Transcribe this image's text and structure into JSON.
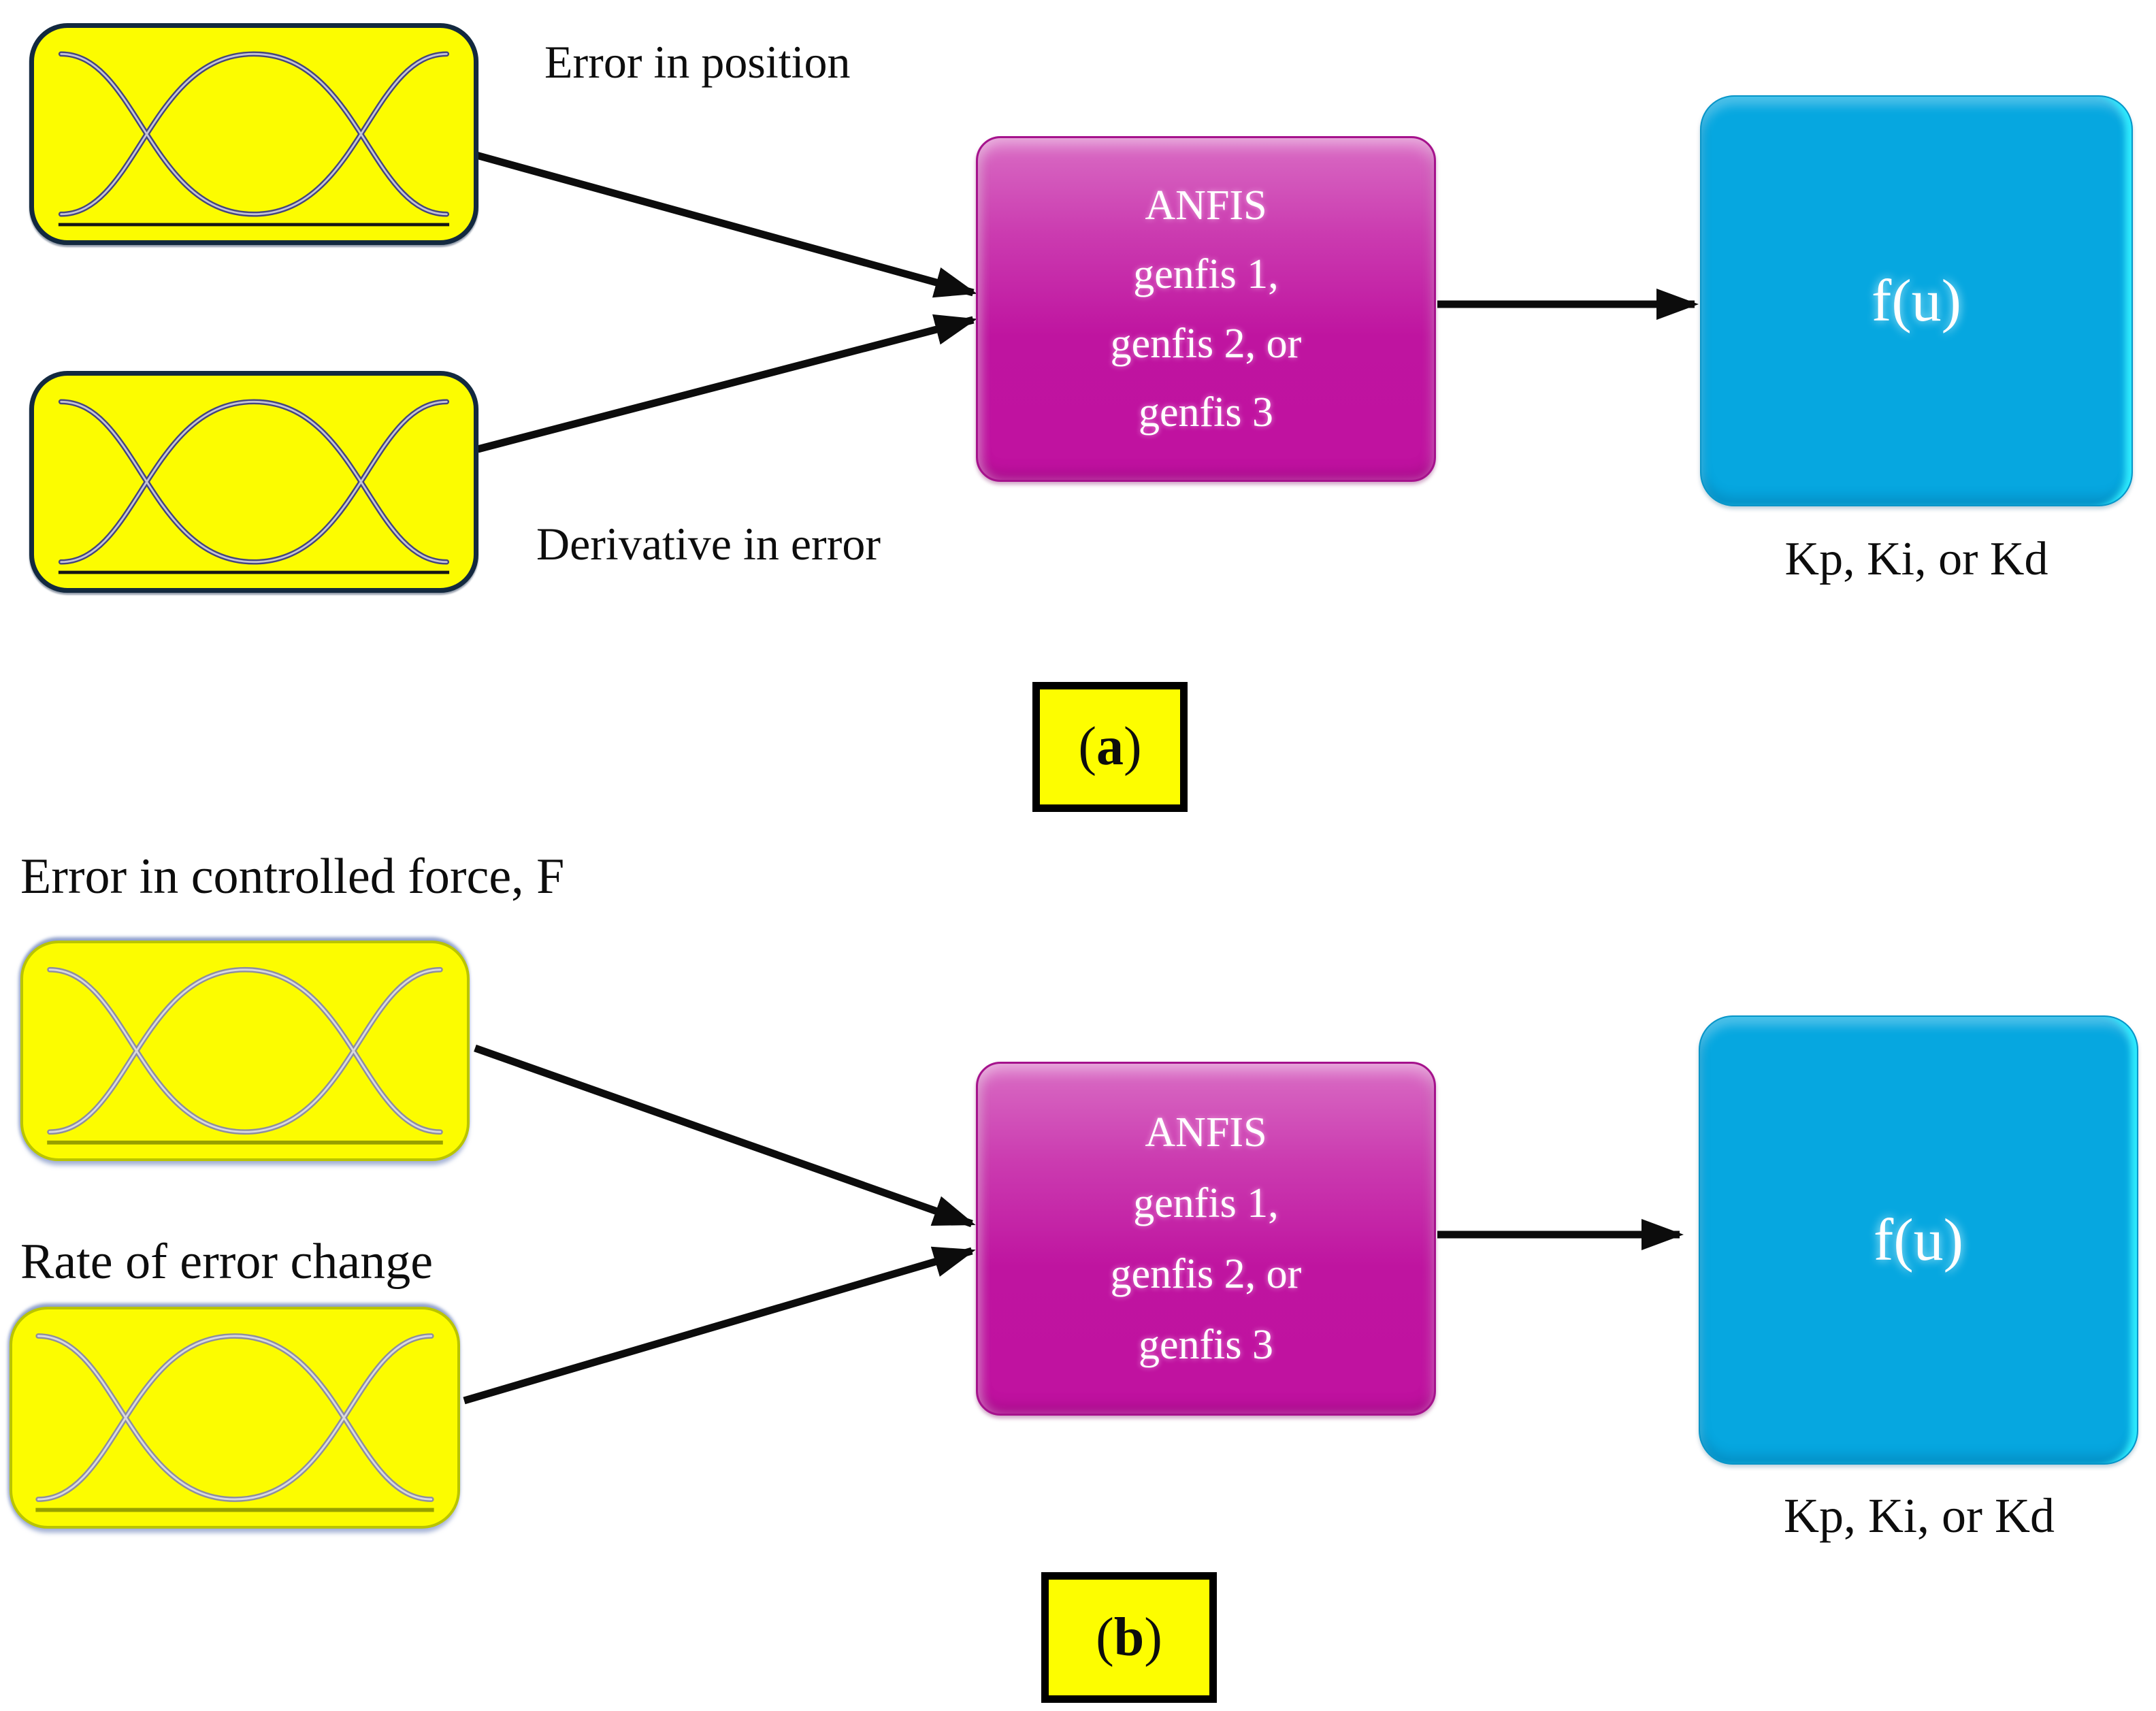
{
  "figure": {
    "panels": [
      {
        "tag_open": "(",
        "tag_letter": "a",
        "tag_close": ")",
        "input_label_1": "Error in position",
        "input_label_2": "Derivative in error",
        "anfis_line_1": "ANFIS",
        "anfis_line_2": "genfis 1,",
        "anfis_line_3": "genfis 2, or",
        "anfis_line_4": "genfis 3",
        "output_label": "f(u)",
        "output_caption": "Kp, Ki, or Kd"
      },
      {
        "tag_open": "(",
        "tag_letter": "b",
        "tag_close": ")",
        "input_label_1": "Error in controlled force, F",
        "input_label_2": "Rate of error change",
        "anfis_line_1": "ANFIS",
        "anfis_line_2": "genfis 1,",
        "anfis_line_3": "genfis 2, or",
        "anfis_line_4": "genfis 3",
        "output_label": "f(u)",
        "output_caption": "Kp, Ki, or Kd"
      }
    ],
    "icons": {
      "membership_curves_icon": "two-crossing-membership-function-curves"
    },
    "colors": {
      "membership_box_fill": "#FCFC00",
      "membership_box_border_a": "#13293F",
      "membership_box_border_b": "#B9C400",
      "curve_dark_a": "#44447E",
      "curve_light_a": "#C3C3D6",
      "curve_dark_b": "#8D8DA0",
      "curve_light_b": "#D8D8E0",
      "anfis_gradient_top": "#D96CC4",
      "anfis_gradient_bottom": "#C011A0",
      "anfis_text": "#FFFFFF",
      "output_box_fill": "#06A7E0",
      "output_box_highlight": "#2CECFF",
      "output_text": "#FFFFFF",
      "caption_text": "#0D0D0D",
      "arrow_color": "#0C0C0C",
      "tag_box_fill": "#FDFD00",
      "tag_box_border": "#000000"
    }
  }
}
